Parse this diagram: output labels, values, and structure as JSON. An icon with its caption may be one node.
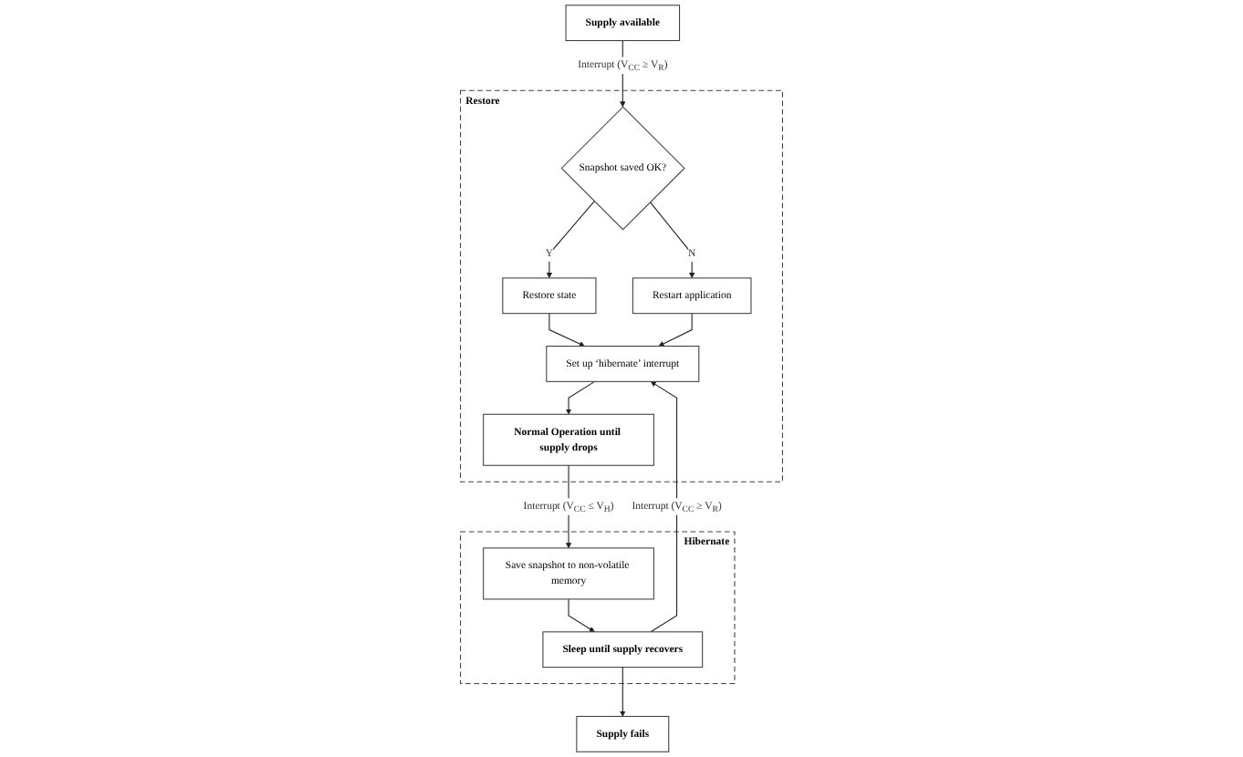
{
  "diagram": {
    "nodes": [
      {
        "text": [
          "Supply available"
        ]
      },
      {
        "text": [
          "Restore"
        ]
      },
      {
        "text": [
          "Snapshot saved OK?"
        ],
        "in": 1
      },
      {
        "text": [
          "Restore state"
        ],
        "in": 1
      },
      {
        "text": [
          "Restart application"
        ],
        "in": 1
      },
      {
        "text": [
          "Set up ‘hibernate’ interrupt"
        ],
        "in": 1
      },
      {
        "text": [
          "Normal Operation until supply drops"
        ],
        "in": 1
      },
      {
        "text": [
          "Hibernate"
        ]
      },
      {
        "text": [
          "Save snapshot to non-volatile memory"
        ],
        "in": 7
      },
      {
        "text": [
          "Sleep until supply recovers"
        ],
        "in": 7
      },
      {
        "text": [
          "Supply fails"
        ]
      }
    ],
    "edges": [
      {
        "from": 0,
        "to": 2,
        "arrow": "to",
        "label": "Interrupt (V$_{CC}$ ≥ V$_{R}$)"
      },
      {
        "from": 2,
        "to": 3,
        "arrow": "to",
        "label": "Y"
      },
      {
        "from": 2,
        "to": 4,
        "arrow": "to",
        "label": "N"
      },
      {
        "from": 3,
        "to": 5,
        "arrow": "to"
      },
      {
        "from": 4,
        "to": 5,
        "arrow": "to"
      },
      {
        "from": 5,
        "to": 6,
        "arrow": "to"
      },
      {
        "from": 6,
        "to": 8,
        "arrow": "to",
        "label": "Interrupt (V$_{CC}$ ≤ V$_{H}$)"
      },
      {
        "from": 8,
        "to": 9,
        "arrow": "to"
      },
      {
        "from": 9,
        "to": 10,
        "arrow": "to"
      },
      {
        "from": 9,
        "to": 5,
        "arrow": "to",
        "label": "Interrupt (V$_{CC}$ ≥ V$_{R}$)"
      }
    ]
  }
}
